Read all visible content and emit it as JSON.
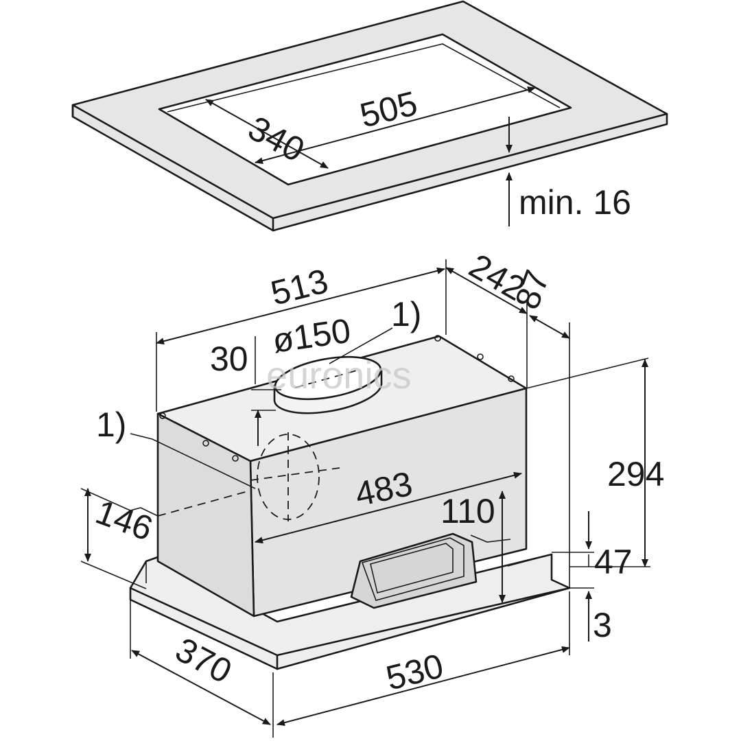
{
  "diagram": {
    "dimensions": {
      "cutout_depth": "340",
      "cutout_width": "505",
      "min_thickness": "min. 16",
      "housing_width": "513",
      "housing_depth": "242",
      "rear_offset": "87",
      "duct_offset": "30",
      "duct_diameter": "ø150",
      "note_top": "1)",
      "note_side": "1)",
      "height_total": "294",
      "inner_width": "483",
      "inner_height": "110",
      "side_height": "146",
      "frame_height": "47",
      "frame_thickness": "3",
      "frame_depth": "370",
      "frame_width": "530"
    },
    "watermark": "euronics",
    "colors": {
      "panel_fill": "#e6e6e6",
      "frame_fill": "#eeeeee",
      "housing_front": "#e3e3e3",
      "housing_top": "#efefef",
      "line": "#1a1a1a",
      "watermark": "#c8c8c8"
    }
  }
}
